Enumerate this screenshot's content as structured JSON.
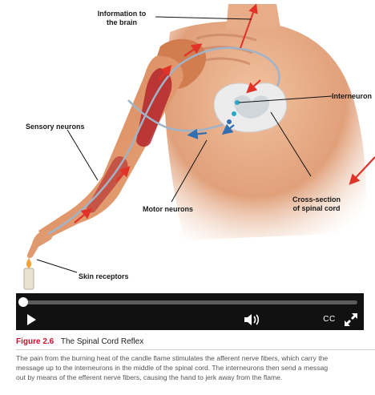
{
  "figure": {
    "labels": {
      "information_to_brain_line1": "Information to",
      "information_to_brain_line2": "the brain",
      "interneuron": "Interneuron",
      "sensory_neurons": "Sensory neurons",
      "motor_neurons": "Motor neurons",
      "cross_section_line1": "Cross-section",
      "cross_section_line2": "of spinal cord",
      "skin_receptors": "Skin receptors"
    },
    "colors": {
      "skin": "#d98f62",
      "muscle": "#b3262b",
      "signal_arrow": "#e23228",
      "motor_arrow": "#2f6fb0",
      "spinal_cord": "#ececec"
    }
  },
  "video_player": {
    "progress_fraction": 0.0,
    "play_icon": "play-icon",
    "volume_icon": "volume-icon",
    "cc_label": "CC",
    "fullscreen_icon": "fullscreen-icon"
  },
  "caption": {
    "figure_number": "Figure 2.6",
    "figure_title": "The Spinal Cord Reflex",
    "body_lines": [
      "The pain from the burning heat of the candle flame stimulates the afferent nerve fibers, which carry the",
      "message up to the interneurons in the middle of the spinal cord. The interneurons then send a messag",
      "out by means of the efferent nerve fibers, causing the hand to jerk away from the flame."
    ]
  }
}
